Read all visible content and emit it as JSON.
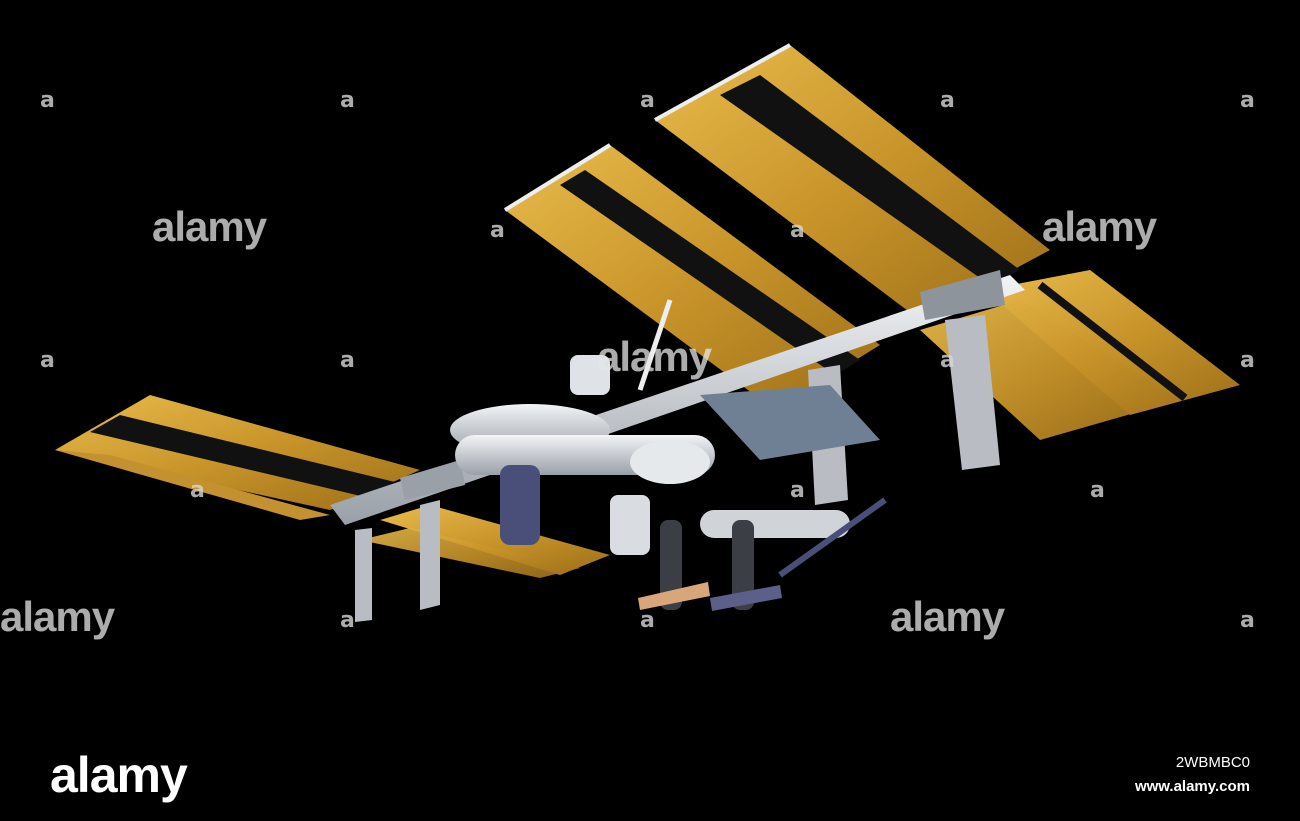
{
  "watermark": {
    "small_mark": "a",
    "brand": "alamy"
  },
  "footer": {
    "logo": "alamy",
    "stock_id": "2WBMBC0",
    "site": "www.alamy.com"
  },
  "colors": {
    "background": "#000000",
    "solar_panel": "#d6a534",
    "solar_panel_dark": "#a87a1c",
    "truss": "#c9cdd3",
    "radiator": "#b9bcc2",
    "module": "#dfe3e8"
  },
  "icons": {
    "subject": "space-station-illustration"
  }
}
